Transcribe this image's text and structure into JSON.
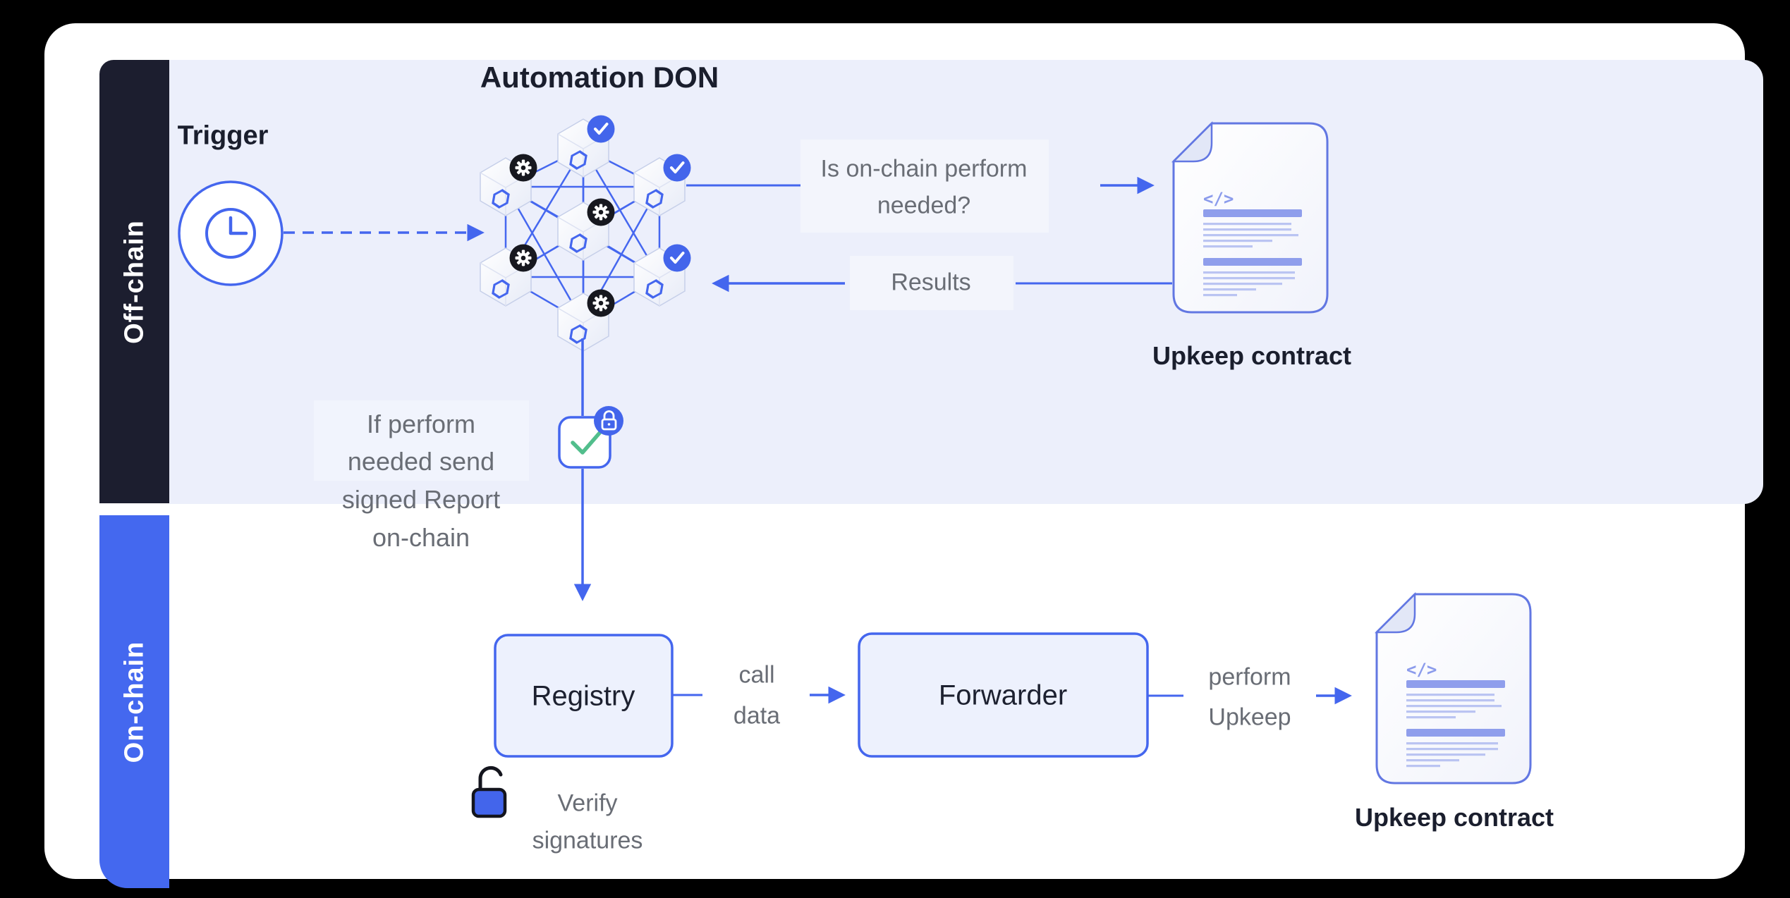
{
  "colors": {
    "accent_blue": "#4466EE",
    "band_dark": "#1C1E2F",
    "band_blue": "#4468EF",
    "panel_lavender": "#ECEFFB",
    "text_dark": "#1A1E2D",
    "text_gray": "#696D75",
    "check_green": "#52BE8C",
    "badge_blue": "#4365EB",
    "badge_black": "#17181F",
    "doc_bar": "#8F9EEC",
    "doc_line": "#BAC4F2"
  },
  "bands": {
    "offchain_label": "Off-chain",
    "onchain_label": "On-chain"
  },
  "offchain": {
    "trigger_label": "Trigger",
    "don_title": "Automation DON",
    "question_line1": "Is on-chain perform",
    "question_line2": "needed?",
    "results_label": "Results",
    "upkeep_contract_label": "Upkeep contract",
    "code_glyph": "</>"
  },
  "report_note": {
    "line1": "If perform",
    "line2": "needed send",
    "line3": "signed Report",
    "line4": "on-chain"
  },
  "onchain": {
    "registry_label": "Registry",
    "call_data_line1": "call",
    "call_data_line2": "data",
    "forwarder_label": "Forwarder",
    "perform_line1": "perform",
    "perform_line2": "Upkeep",
    "verify_line1": "Verify",
    "verify_line2": "signatures",
    "upkeep_contract_label": "Upkeep contract",
    "code_glyph": "</>"
  }
}
